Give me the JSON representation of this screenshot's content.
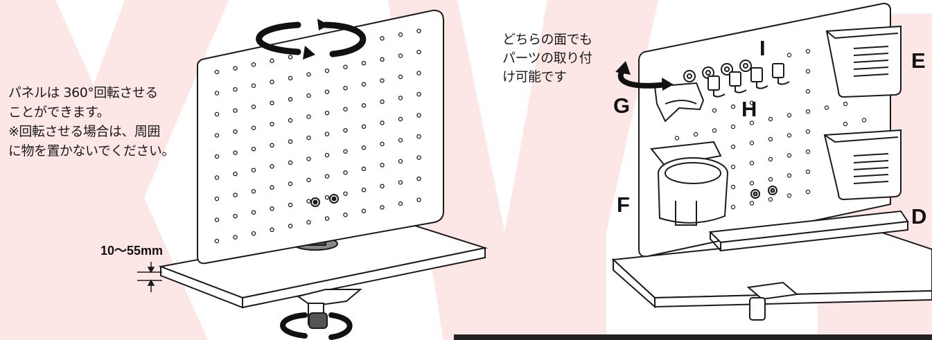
{
  "left_note": {
    "lines": [
      "パネルは 360°回転させる",
      "ことができます。",
      "※回転させる場合は、周囲",
      "に物を置かないでください。"
    ]
  },
  "thickness_label": "10～55mm",
  "right_note": {
    "lines": [
      "どちらの面でも",
      "パーツの取り付",
      "け可能です"
    ]
  },
  "part_labels": {
    "e": "E",
    "d": "D",
    "f": "F",
    "g": "G",
    "h": "H",
    "i": "I"
  },
  "colors": {
    "watermark": "#fde6e6",
    "line": "#1a1a1a"
  }
}
